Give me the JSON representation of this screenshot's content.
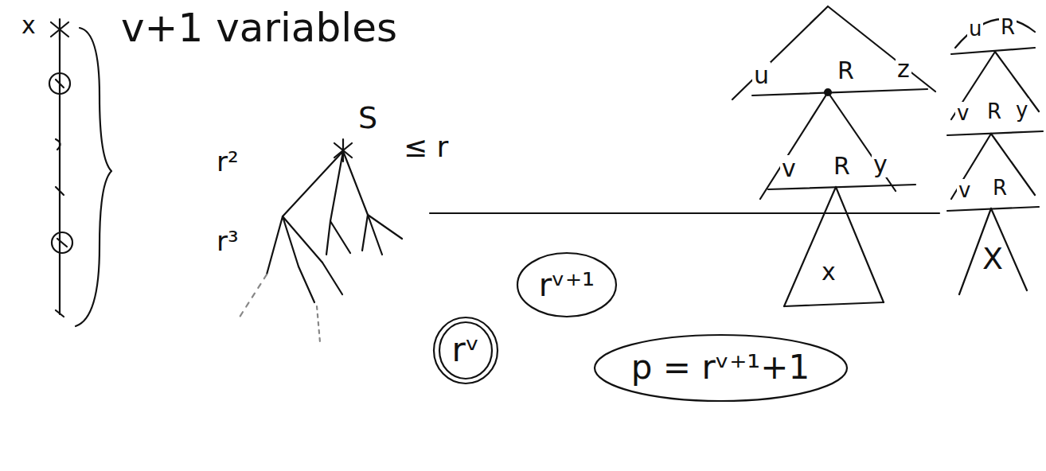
{
  "diagram": {
    "nodes": [
      {
        "text": [
          "rᵛ⁺¹"
        ]
      },
      {
        "text": [
          "rᵛ"
        ]
      },
      {
        "text": [
          "p = rᵛ⁺¹+1"
        ]
      }
    ],
    "labels": [
      "x",
      "v+1 variables",
      "S",
      "≤ r",
      "r²",
      "r³",
      "u",
      "R",
      "z",
      "v",
      "R",
      "y",
      "x",
      "u",
      "R",
      "v",
      "R",
      "y",
      "v",
      "R",
      "X"
    ]
  }
}
